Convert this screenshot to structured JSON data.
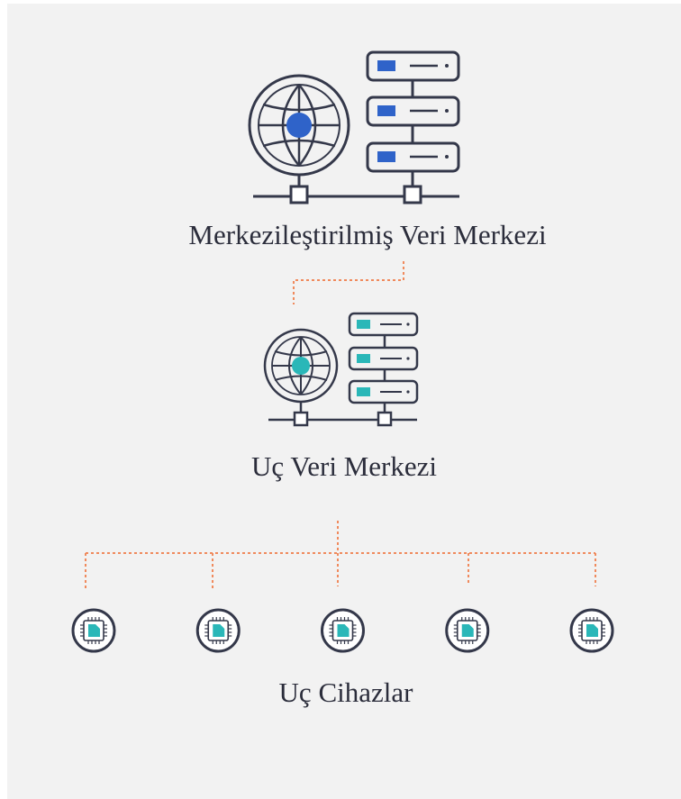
{
  "nodes": {
    "central": {
      "label": "Merkezileştirilmiş Veri Merkezi",
      "accent": "#2f63c9",
      "icon": "globe-server-network-icon"
    },
    "edge": {
      "label": "Uç Veri Merkezi",
      "accent": "#2ab7b8",
      "icon": "globe-server-network-icon"
    },
    "devices": {
      "label": "Uç Cihazlar",
      "accent": "#2ab7b8",
      "icon": "chip-icon",
      "count": 5
    }
  },
  "colors": {
    "stroke": "#34384a",
    "connector": "#f08a5d",
    "background": "#f2f2f2"
  }
}
